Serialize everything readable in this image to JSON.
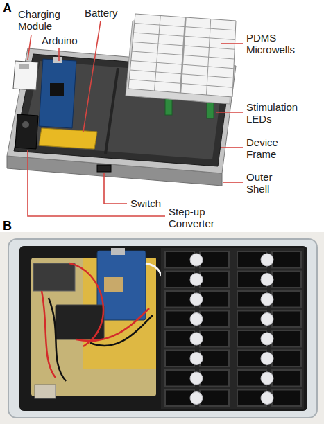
{
  "diagram": {
    "labels": [
      "A",
      "Charging Module",
      "Arduino",
      "Battery",
      "PDMS Microwells",
      "Stimulation LEDs",
      "Device Frame",
      "Outer Shell",
      "Switch",
      "Step-up Converter",
      "B"
    ]
  }
}
